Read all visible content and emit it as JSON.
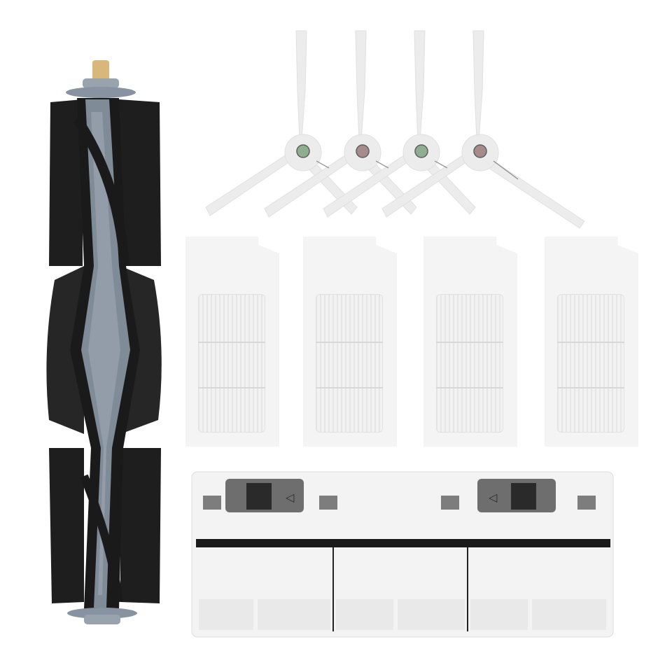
{
  "image": {
    "subject": "Robot vacuum replacement accessory kit",
    "background": "#ffffff"
  },
  "items": {
    "main_brush": {
      "label": "Main roller brush",
      "count": 1,
      "colors": {
        "bristles": "#1f1f1f",
        "core": "#7f8b97",
        "cap": "#8f9aa6",
        "axle_tip": "#d9b77a"
      }
    },
    "side_brushes": {
      "label": "Side brushes",
      "count": 4,
      "hub_colors": [
        "#8fae8f",
        "#a58b8b",
        "#8fae8f",
        "#a58b8b"
      ],
      "arm_color": "#f0f0f0"
    },
    "filters": {
      "label": "HEPA filters",
      "count": 4,
      "frame_color": "#f4f4f4"
    },
    "mop_tray": {
      "label": "Mop cloth holder / dust bin cover",
      "count": 1,
      "body_color": "#f3f3f3",
      "latch_color": "#6e6e6e",
      "strip_color": "#1a1a1a",
      "latch_glyphs": [
        "◁",
        "◁"
      ]
    }
  }
}
